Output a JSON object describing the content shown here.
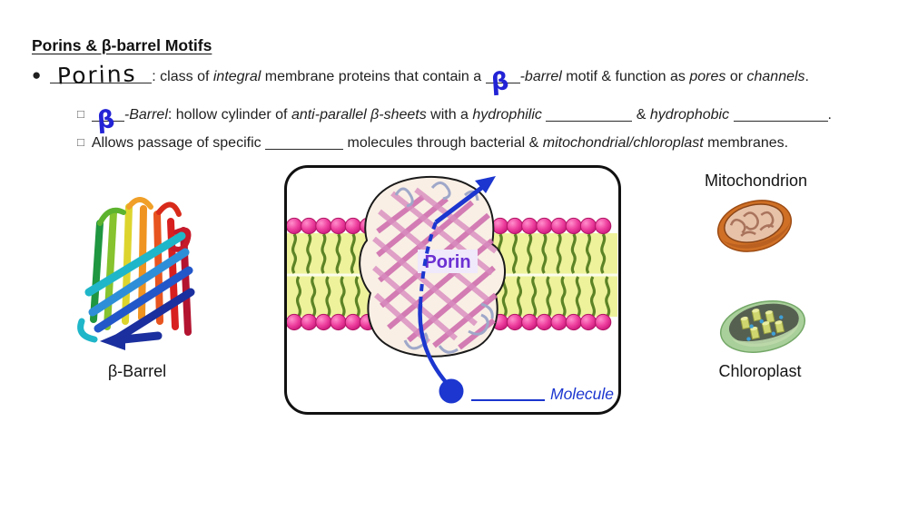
{
  "page": {
    "title": "Porins & β-barrel Motifs"
  },
  "icons": {
    "bullet_dot": "●",
    "bullet_square": "□"
  },
  "notes": {
    "line1": {
      "handwritten": "Porins",
      "seg1": ": class of ",
      "italic1": "integral",
      "seg2": " membrane proteins that contain a ",
      "handwritten_beta": "β",
      "italic2": "-barrel",
      "seg3": " motif & function as ",
      "italic3": "pores",
      "seg4": " or ",
      "italic4": "channels",
      "seg5": "."
    },
    "line2": {
      "handwritten_beta": "β",
      "italic1": "-Barrel",
      "seg1": ": hollow cylinder of ",
      "italic2": "anti-parallel β-sheets",
      "seg2": " with a ",
      "italic3": "hydrophilic",
      "seg3": " & ",
      "italic4": "hydrophobic",
      "seg4": "."
    },
    "line3": {
      "seg1": "Allows passage of specific ",
      "seg2": " molecules through bacterial & ",
      "italic1": "mitochondrial/chloroplast",
      "seg3": " membranes."
    }
  },
  "figures": {
    "beta_barrel": {
      "caption": "β-Barrel"
    },
    "membrane_panel": {
      "porin_label": "Porin",
      "molecule_label": "Molecule"
    },
    "mitochondrion": {
      "caption": "Mitochondrion"
    },
    "chloroplast": {
      "caption": "Chloroplast"
    }
  },
  "colors": {
    "handwriting_blue": "#2323d6",
    "porin_label_purple": "#6b2fd2",
    "molecule_blue": "#1c36cf",
    "membrane_head_pink": "#e02a8c",
    "membrane_tail_green": "#5d8427",
    "membrane_band_yellow": "#eef29b"
  }
}
